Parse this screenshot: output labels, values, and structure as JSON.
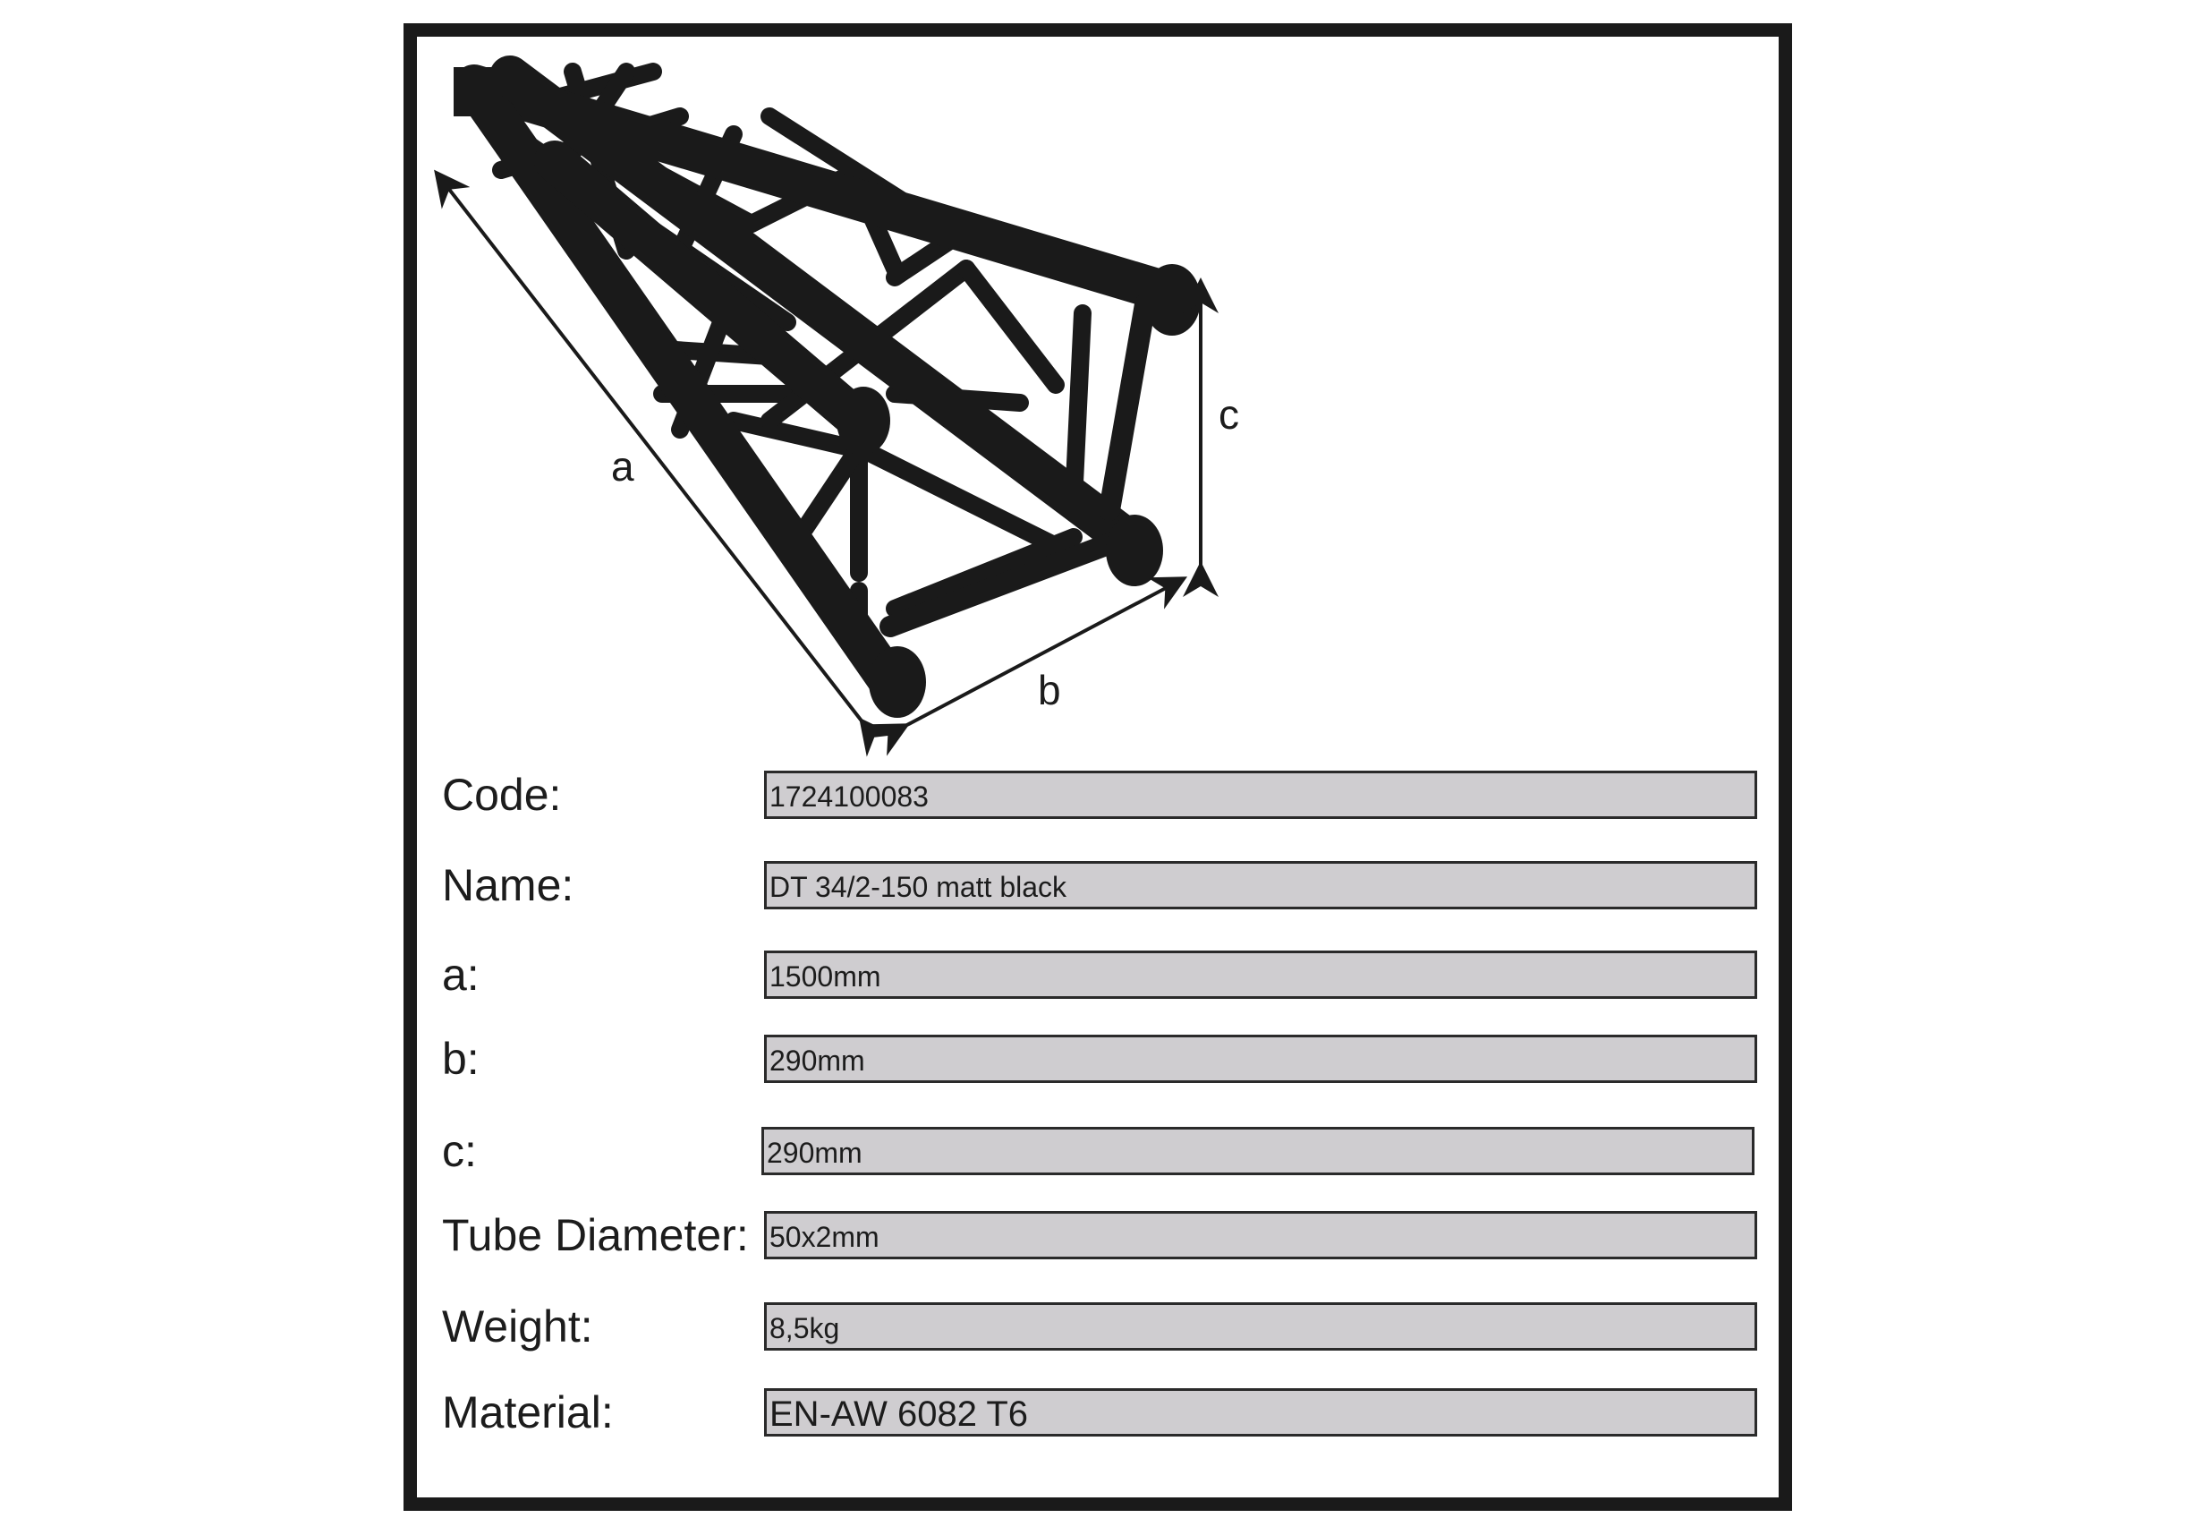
{
  "diagram": {
    "dimension_labels": {
      "a": "a",
      "b": "b",
      "c": "c"
    },
    "truss_color": "#1a1a1a"
  },
  "specs": [
    {
      "label": "Code:",
      "value": "1724100083"
    },
    {
      "label": "Name:",
      "value": "DT 34/2-150 matt black"
    },
    {
      "label": "a:",
      "value": "1500mm"
    },
    {
      "label": "b:",
      "value": "290mm"
    },
    {
      "label": "c:",
      "value": "290mm"
    },
    {
      "label": "Tube Diameter:",
      "value": "50x2mm"
    },
    {
      "label": "Weight:",
      "value": "8,5kg"
    },
    {
      "label": "Material:",
      "value": "EN-AW 6082 T6"
    }
  ],
  "colors": {
    "frame": "#1a1a1a",
    "field_background": "#cfcdd0",
    "text": "#1c1c1c"
  }
}
